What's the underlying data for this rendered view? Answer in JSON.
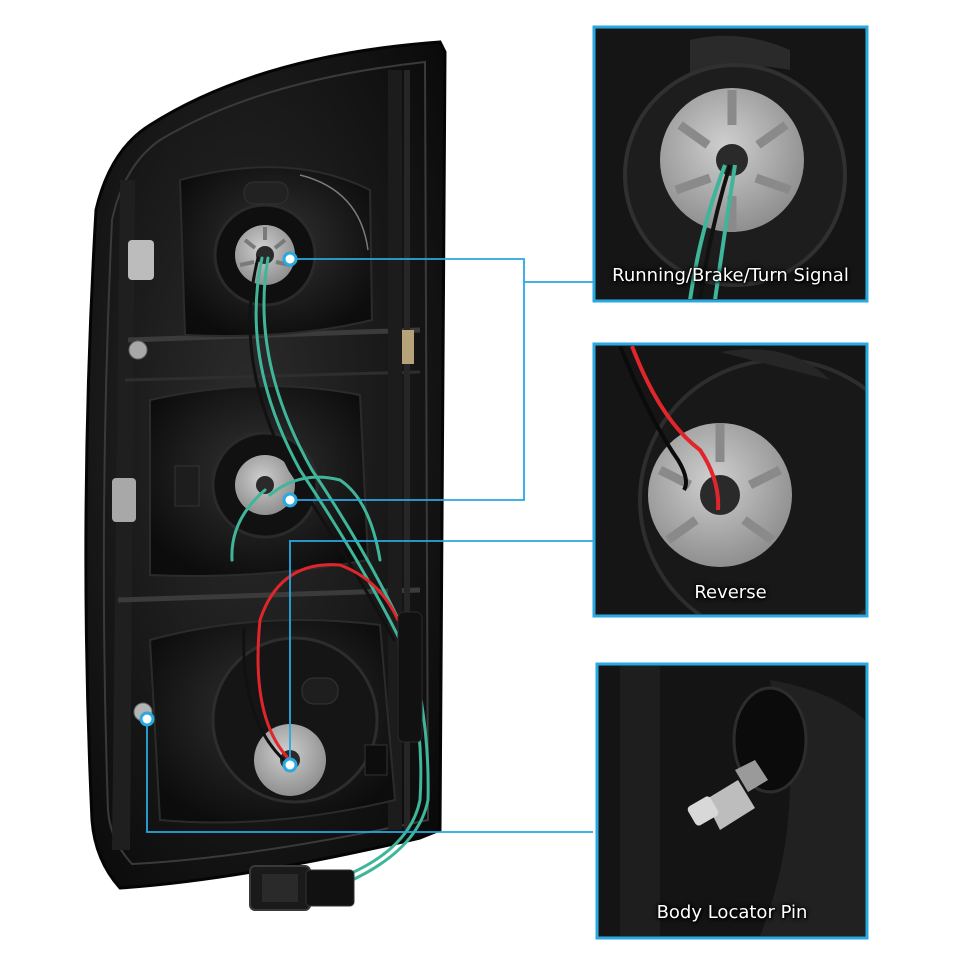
{
  "insets": [
    {
      "label": "Running/Brake/Turn Signal"
    },
    {
      "label": "Reverse"
    },
    {
      "label": "Body Locator Pin"
    }
  ],
  "colors": {
    "callout": "#2aa8e0",
    "wire_green": "#3fb59a",
    "wire_red": "#e0262b",
    "housing": "#151515",
    "socket": "#a9a9a9"
  }
}
